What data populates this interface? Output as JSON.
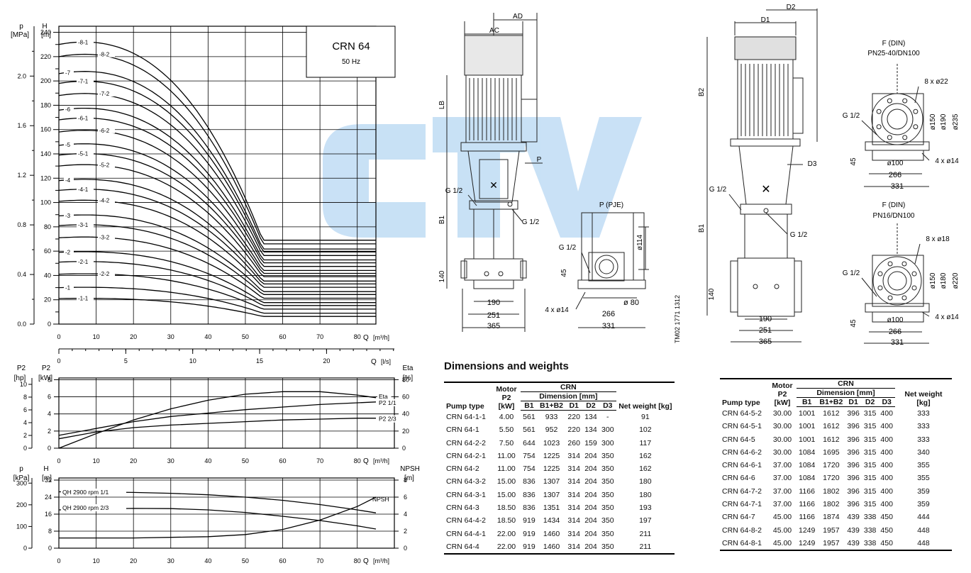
{
  "chart_data": [
    {
      "type": "line",
      "title": "CRN 64",
      "subtitle": "50 Hz",
      "xlabel": "Q [m³/h]",
      "ylabel": "H [m]",
      "ylabel_left": "p [MPa]",
      "x_ticks": [
        "0",
        "10",
        "20",
        "30",
        "40",
        "50",
        "60",
        "70",
        "80"
      ],
      "y_ticks": [
        "0",
        "20",
        "40",
        "60",
        "80",
        "100",
        "120",
        "140",
        "160",
        "180",
        "200",
        "220",
        "240"
      ],
      "p_ticks": [
        "0.0",
        "0.4",
        "0.8",
        "1.2",
        "1.6",
        "2.0"
      ],
      "xlim": [
        0,
        85
      ],
      "ylim": [
        0,
        245
      ],
      "grid": true,
      "series": [
        {
          "name": "-8-1",
          "shutoff": 230
        },
        {
          "name": "-8-2",
          "shutoff": 220
        },
        {
          "name": "-7",
          "shutoff": 206
        },
        {
          "name": "-7-1",
          "shutoff": 198
        },
        {
          "name": "-7-2",
          "shutoff": 188
        },
        {
          "name": "-6",
          "shutoff": 176
        },
        {
          "name": "-6-1",
          "shutoff": 168
        },
        {
          "name": "-6-2",
          "shutoff": 158
        },
        {
          "name": "-5",
          "shutoff": 147
        },
        {
          "name": "-5-1",
          "shutoff": 139
        },
        {
          "name": "-5-2",
          "shutoff": 130
        },
        {
          "name": "-4",
          "shutoff": 118
        },
        {
          "name": "-4-1",
          "shutoff": 110
        },
        {
          "name": "-4-2",
          "shutoff": 101
        },
        {
          "name": "-3",
          "shutoff": 89
        },
        {
          "name": "-3-1",
          "shutoff": 81
        },
        {
          "name": "-3-2",
          "shutoff": 71
        },
        {
          "name": "-2",
          "shutoff": 59
        },
        {
          "name": "-2-1",
          "shutoff": 51
        },
        {
          "name": "-2-2",
          "shutoff": 41
        },
        {
          "name": "-1",
          "shutoff": 30
        },
        {
          "name": "-1-1",
          "shutoff": 21
        }
      ]
    },
    {
      "type": "line",
      "xlabel": "Q [l/s]",
      "x_ticks": [
        "0",
        "5",
        "10",
        "15",
        "20"
      ]
    },
    {
      "type": "line",
      "xlabel": "Q [m³/h]",
      "ylabel_left": "P2 [hp]",
      "ylabel": "P2 [kW]",
      "ylabel_right": "Eta [%]",
      "x_ticks": [
        "0",
        "10",
        "20",
        "30",
        "40",
        "50",
        "60",
        "70",
        "80"
      ],
      "kw_ticks": [
        "0",
        "2",
        "4",
        "6",
        "8"
      ],
      "hp_ticks": [
        "0",
        "2",
        "4",
        "6",
        "8",
        "10"
      ],
      "eta_ticks": [
        "0",
        "20",
        "40",
        "60",
        "80"
      ],
      "series": [
        {
          "name": "Eta",
          "x": [
            0,
            10,
            20,
            30,
            40,
            50,
            60,
            70,
            80,
            85
          ],
          "y": [
            0,
            17,
            33,
            46,
            56,
            63,
            66,
            66,
            62,
            59
          ]
        },
        {
          "name": "P2 1/1",
          "x": [
            0,
            10,
            20,
            30,
            40,
            50,
            60,
            70,
            80,
            85
          ],
          "y": [
            1.5,
            2.3,
            3.1,
            3.7,
            4.1,
            4.5,
            4.8,
            5.1,
            5.3,
            5.4
          ]
        },
        {
          "name": "P2 2/3",
          "x": [
            0,
            10,
            20,
            30,
            40,
            50,
            60,
            70,
            80,
            85
          ],
          "y": [
            1.1,
            1.9,
            2.4,
            2.7,
            2.9,
            3.1,
            3.3,
            3.4,
            3.5,
            3.5
          ]
        }
      ]
    },
    {
      "type": "line",
      "xlabel": "Q [m³/h]",
      "ylabel_left": "p [kPa]",
      "ylabel": "H [m]",
      "ylabel_right": "NPSH [m]",
      "x_ticks": [
        "0",
        "10",
        "20",
        "30",
        "40",
        "50",
        "60",
        "70",
        "80"
      ],
      "h_ticks": [
        "0",
        "8",
        "16",
        "24",
        "32"
      ],
      "kpa_ticks": [
        "0",
        "100",
        "200",
        "300"
      ],
      "npsh_ticks": [
        "0",
        "2",
        "4",
        "6",
        "8"
      ],
      "series": [
        {
          "name": "QH 2900 rpm 1/1",
          "x": [
            0,
            10,
            20,
            30,
            40,
            50,
            60,
            70,
            80,
            85
          ],
          "y": [
            26.5,
            26.4,
            26.2,
            25.8,
            25.1,
            24,
            22.5,
            20.5,
            18,
            16.6
          ]
        },
        {
          "name": "QH 2900 rpm 2/3",
          "x": [
            0,
            10,
            20,
            30,
            40,
            50,
            60,
            70,
            80,
            85
          ],
          "y": [
            18,
            18.4,
            18.7,
            18.6,
            18,
            16.8,
            15,
            13,
            10.5,
            9
          ]
        },
        {
          "name": "NPSH",
          "x": [
            0,
            20,
            40,
            50,
            60,
            70,
            80,
            85
          ],
          "y": [
            1.2,
            1.2,
            1.35,
            1.6,
            2.2,
            3.3,
            4.9,
            6.0
          ]
        }
      ]
    }
  ],
  "drawing_labels": {
    "ad": "AD",
    "ac": "AC",
    "lb": "LB",
    "b1": "B1",
    "p": "P",
    "g12": "G 1/2",
    "p140": "140",
    "d190": "190",
    "d251": "251",
    "d365": "365",
    "ppje": "P (PJE)",
    "d114": "ø114",
    "d45": "45",
    "hole": "4 x ø14",
    "d80": "ø 80",
    "d266": "266",
    "d331": "331",
    "tm": "TM02 1771 1312",
    "d1": "D1",
    "d2": "D2",
    "b2": "B2",
    "d3": "D3",
    "fdin1": "F (DIN)",
    "pn1": "PN25-40/DN100",
    "bolt1": "8 x ø22",
    "r150a": "ø150",
    "r190": "ø190",
    "r235": "ø235",
    "r100a": "ø100",
    "fdin2": "F (DIN)",
    "pn2": "PN16/DN100",
    "bolt2": "8 x ø18",
    "r150b": "ø150",
    "r180": "ø180",
    "r220": "ø220",
    "r100b": "ø100"
  },
  "table_title": "Dimensions and weights",
  "table_headers": {
    "pump_type": "Pump type",
    "motor_p2": "Motor P2 [kW]",
    "crn": "CRN",
    "dimension": "Dimension [mm]",
    "b1": "B1",
    "b1b2": "B1+B2",
    "d1": "D1",
    "d2": "D2",
    "d3": "D3",
    "net_weight": "Net weight [kg]"
  },
  "table_left": [
    [
      "CRN 64-1-1",
      "4.00",
      "561",
      "933",
      "220",
      "134",
      "-",
      "91"
    ],
    [
      "CRN 64-1",
      "5.50",
      "561",
      "952",
      "220",
      "134",
      "300",
      "102"
    ],
    [
      "CRN 64-2-2",
      "7.50",
      "644",
      "1023",
      "260",
      "159",
      "300",
      "117"
    ],
    [
      "CRN 64-2-1",
      "11.00",
      "754",
      "1225",
      "314",
      "204",
      "350",
      "162"
    ],
    [
      "CRN 64-2",
      "11.00",
      "754",
      "1225",
      "314",
      "204",
      "350",
      "162"
    ],
    [
      "CRN 64-3-2",
      "15.00",
      "836",
      "1307",
      "314",
      "204",
      "350",
      "180"
    ],
    [
      "CRN 64-3-1",
      "15.00",
      "836",
      "1307",
      "314",
      "204",
      "350",
      "180"
    ],
    [
      "CRN 64-3",
      "18.50",
      "836",
      "1351",
      "314",
      "204",
      "350",
      "193"
    ],
    [
      "CRN 64-4-2",
      "18.50",
      "919",
      "1434",
      "314",
      "204",
      "350",
      "197"
    ],
    [
      "CRN 64-4-1",
      "22.00",
      "919",
      "1460",
      "314",
      "204",
      "350",
      "211"
    ],
    [
      "CRN 64-4",
      "22.00",
      "919",
      "1460",
      "314",
      "204",
      "350",
      "211"
    ]
  ],
  "table_right": [
    [
      "CRN 64-5-2",
      "30.00",
      "1001",
      "1612",
      "396",
      "315",
      "400",
      "333"
    ],
    [
      "CRN 64-5-1",
      "30.00",
      "1001",
      "1612",
      "396",
      "315",
      "400",
      "333"
    ],
    [
      "CRN 64-5",
      "30.00",
      "1001",
      "1612",
      "396",
      "315",
      "400",
      "333"
    ],
    [
      "CRN 64-6-2",
      "30.00",
      "1084",
      "1695",
      "396",
      "315",
      "400",
      "340"
    ],
    [
      "CRN 64-6-1",
      "37.00",
      "1084",
      "1720",
      "396",
      "315",
      "400",
      "355"
    ],
    [
      "CRN 64-6",
      "37.00",
      "1084",
      "1720",
      "396",
      "315",
      "400",
      "355"
    ],
    [
      "CRN 64-7-2",
      "37.00",
      "1166",
      "1802",
      "396",
      "315",
      "400",
      "359"
    ],
    [
      "CRN 64-7-1",
      "37.00",
      "1166",
      "1802",
      "396",
      "315",
      "400",
      "359"
    ],
    [
      "CRN 64-7",
      "45.00",
      "1166",
      "1874",
      "439",
      "338",
      "450",
      "444"
    ],
    [
      "CRN 64-8-2",
      "45.00",
      "1249",
      "1957",
      "439",
      "338",
      "450",
      "448"
    ],
    [
      "CRN 64-8-1",
      "45.00",
      "1249",
      "1957",
      "439",
      "338",
      "450",
      "448"
    ]
  ],
  "watermark": "CTV",
  "colors": {
    "line": "#000000",
    "grid": "#000000",
    "watermark": "#9cc9ee",
    "drawing": "#222222"
  }
}
